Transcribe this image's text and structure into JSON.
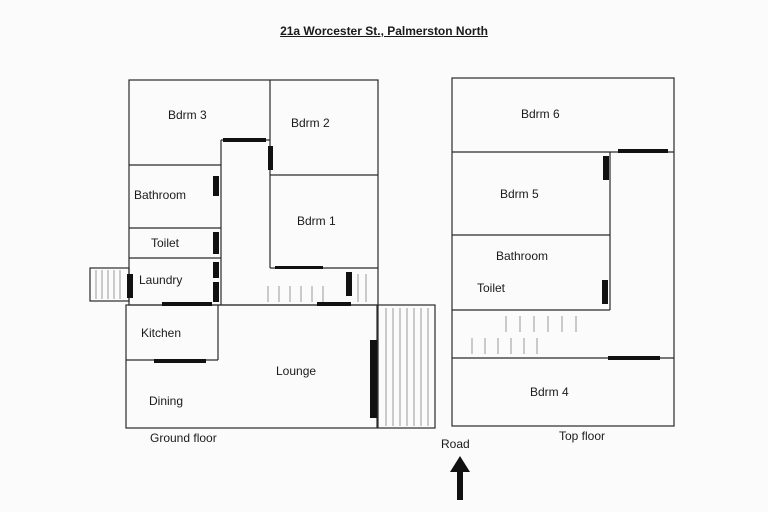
{
  "title": "21a Worcester St., Palmerston North",
  "ground_floor": {
    "caption": "Ground floor",
    "rooms": {
      "bdrm3": "Bdrm 3",
      "bdrm2": "Bdrm 2",
      "bdrm1": "Bdrm 1",
      "bathroom": "Bathroom",
      "toilet": "Toilet",
      "laundry": "Laundry",
      "kitchen": "Kitchen",
      "lounge": "Lounge",
      "dining": "Dining"
    }
  },
  "top_floor": {
    "caption": "Top floor",
    "rooms": {
      "bdrm6": "Bdrm 6",
      "bdrm5": "Bdrm 5",
      "bathroom": "Bathroom",
      "toilet": "Toilet",
      "bdrm4": "Bdrm 4"
    }
  },
  "road_label": "Road",
  "colors": {
    "wall": "#2a2a2a",
    "door": "#111111",
    "stair": "#9a9a9a"
  }
}
